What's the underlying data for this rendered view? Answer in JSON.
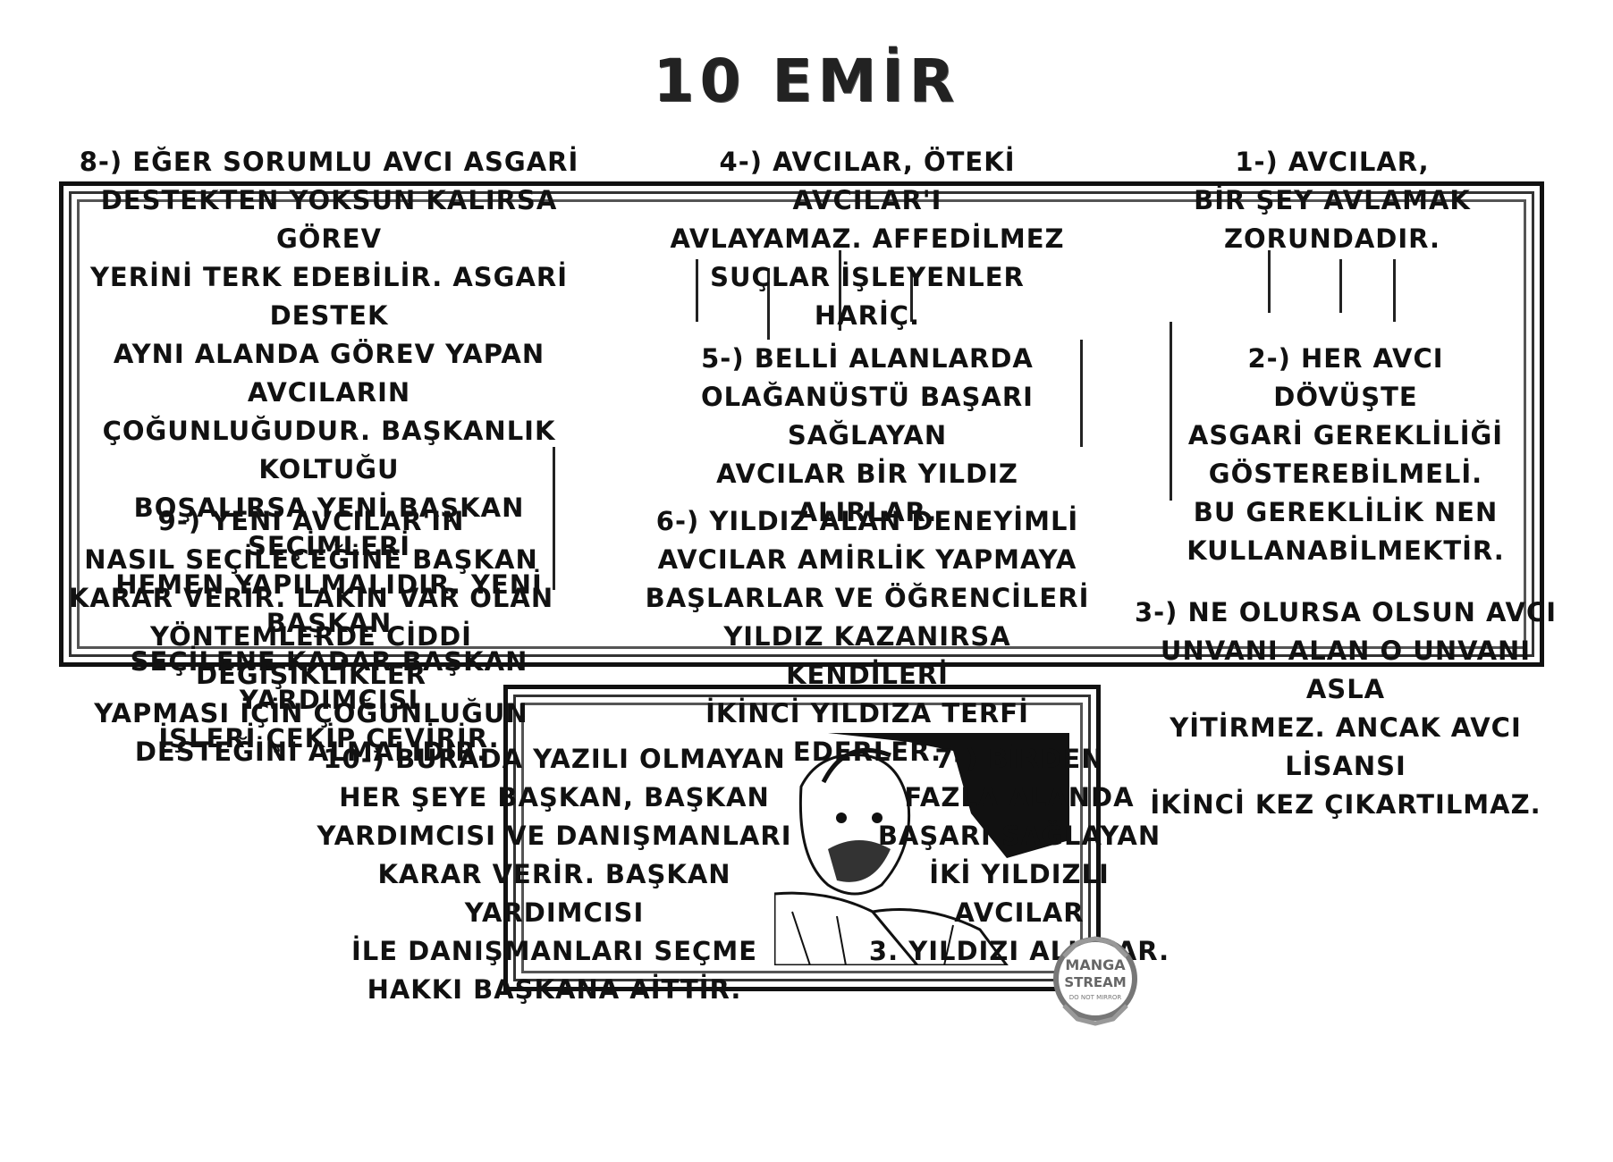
{
  "title": "10 EMİR",
  "rules": {
    "r1": "1-) AVCILAR,\nBİR ŞEY AVLAMAK\nZORUNDADIR.",
    "r2": "2-) HER AVCI DÖVÜŞTE\nASGARİ GEREKLİLİĞİ\nGÖSTEREBİLMELİ.\nBU GEREKLİLİK NEN\nKULLANABİLMEKTİR.",
    "r3": "3-) NE OLURSA OLSUN AVCI\nUNVANI ALAN O UNVANI ASLA\nYİTİRMEZ. ANCAK AVCI LİSANSI\nİKİNCİ KEZ ÇIKARTILMAZ.",
    "r4": "4-) AVCILAR, ÖTEKİ AVCILAR'I\nAVLAYAMAZ. AFFEDİLMEZ\nSUÇLAR İŞLEYENLER HARİÇ.",
    "r5": "5-) BELLİ ALANLARDA\nOLAĞANÜSTÜ BAŞARI SAĞLAYAN\nAVCILAR BİR YILDIZ ALIRLAR.",
    "r6": "6-) YILDIZ ALAN DENEYİMLİ\nAVCILAR AMİRLİK YAPMAYA\nBAŞLARLAR VE ÖĞRENCİLERİ\nYILDIZ KAZANIRSA KENDİLERİ\nİKİNCİ YILDIZA TERFİ EDERLER.",
    "r7": "7-) BİRDEN\nFAZLA ALANDA\nBAŞARI SAĞLAYAN\nİKİ YILDIZLI AVCILAR\n3. YILDIZI ALIRLAR.",
    "r8": "8-) EĞER SORUMLU AVCI ASGARİ\nDESTEKTEN YOKSUN KALIRSA GÖREV\nYERİNİ TERK EDEBİLİR. ASGARİ DESTEK\nAYNI ALANDA GÖREV YAPAN AVCILARIN\nÇOĞUNLUĞUDUR. BAŞKANLIK KOLTUĞU\nBOŞALIRSA YENİ BAŞKAN SEÇİMLERİ\nHEMEN YAPILMALIDIR. YENİ BAŞKAN\nSEÇİLENE KADAR BAŞKAN YARDIMCISI\nİŞLERİ ÇEKİP ÇEVİRİR.",
    "r9": "9-) YENİ AVCILAR'IN\nNASIL SEÇİLECEĞİNE BAŞKAN\nKARAR VERİR. LAKİN VAR OLAN\nYÖNTEMLERDE CİDDİ DEĞİŞİKLİKLER\nYAPMASI İÇİN ÇOĞUNLUĞUN\nDESTEĞİNİ ALMALIDIR.",
    "r10": "10-) BURADA YAZILI OLMAYAN\nHER ŞEYE BAŞKAN, BAŞKAN\nYARDIMCISI VE DANIŞMANLARI\nKARAR VERİR. BAŞKAN YARDIMCISI\nİLE DANIŞMANLARI SEÇME\nHAKKI BAŞKANA AİTTİR."
  },
  "stamp": {
    "line1": "MANGA",
    "line2": "STREAM",
    "line3": "DO NOT MIRROR"
  }
}
